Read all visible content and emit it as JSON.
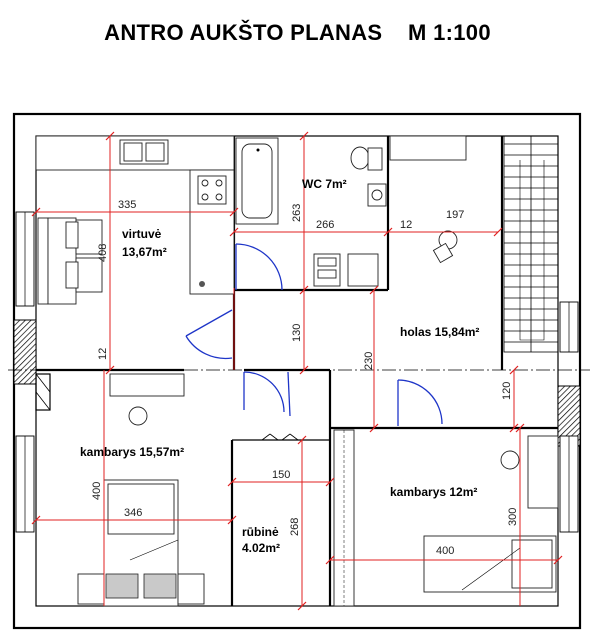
{
  "title": "ANTRO AUKŠTO PLANAS    M 1:100",
  "rooms": {
    "virtuve": {
      "name": "virtuvė",
      "area": "13,67m²"
    },
    "wc": {
      "label": "WC 7m²"
    },
    "holas": {
      "label": "holas 15,84m²"
    },
    "kambarys1": {
      "label": "kambarys 15,57m²"
    },
    "rubine": {
      "name": "rūbinė",
      "area": "4.02m²"
    },
    "kambarys2": {
      "label": "kambarys 12m²"
    }
  },
  "dimensions": {
    "d335": "335",
    "d408": "408",
    "d263": "263",
    "d266": "266",
    "d12a": "12",
    "d197": "197",
    "d130": "130",
    "d12b": "12",
    "d230": "230",
    "d120": "120",
    "d346": "346",
    "d400v": "400",
    "d150": "150",
    "d268": "268",
    "d300": "300",
    "d400h": "400"
  }
}
